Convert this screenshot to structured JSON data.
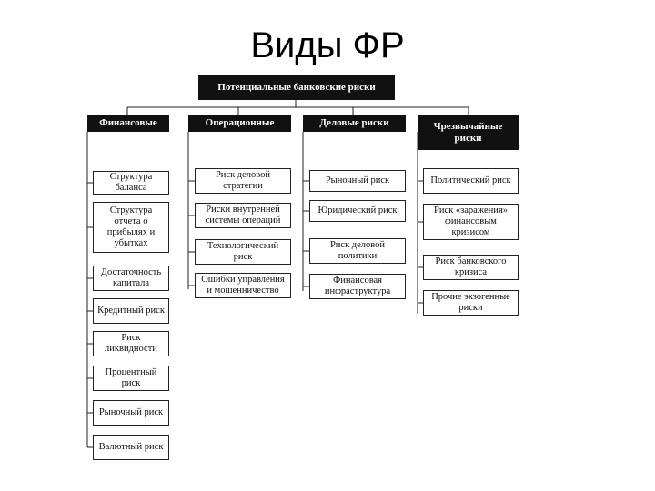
{
  "title": "Виды ФР",
  "root": "Потенциальные банковские риски",
  "columns": [
    {
      "header": "Финансовые",
      "items": [
        "Структура баланса",
        "Структура отчета о прибылях и убытках",
        "Достаточность капитала",
        "Кредитный риск",
        "Риск ликвидности",
        "Процентный риск",
        "Рыночный риск",
        "Валютный риск"
      ]
    },
    {
      "header": "Операционные",
      "items": [
        "Риск деловой стратегии",
        "Риски внутренней системы операций",
        "Технологический риск",
        "Ошибки управления и мошенничество"
      ]
    },
    {
      "header": "Деловые риски",
      "items": [
        "Рыночный риск",
        "Юридический риск",
        "Риск деловой политики",
        "Финансовая инфраструктура"
      ]
    },
    {
      "header": "Чрезвычайные риски",
      "items": [
        "Политический риск",
        "Риск «заражения» финансовым кризисом",
        "Риск банковского кризиса",
        "Прочие экзогенные риски"
      ]
    }
  ]
}
